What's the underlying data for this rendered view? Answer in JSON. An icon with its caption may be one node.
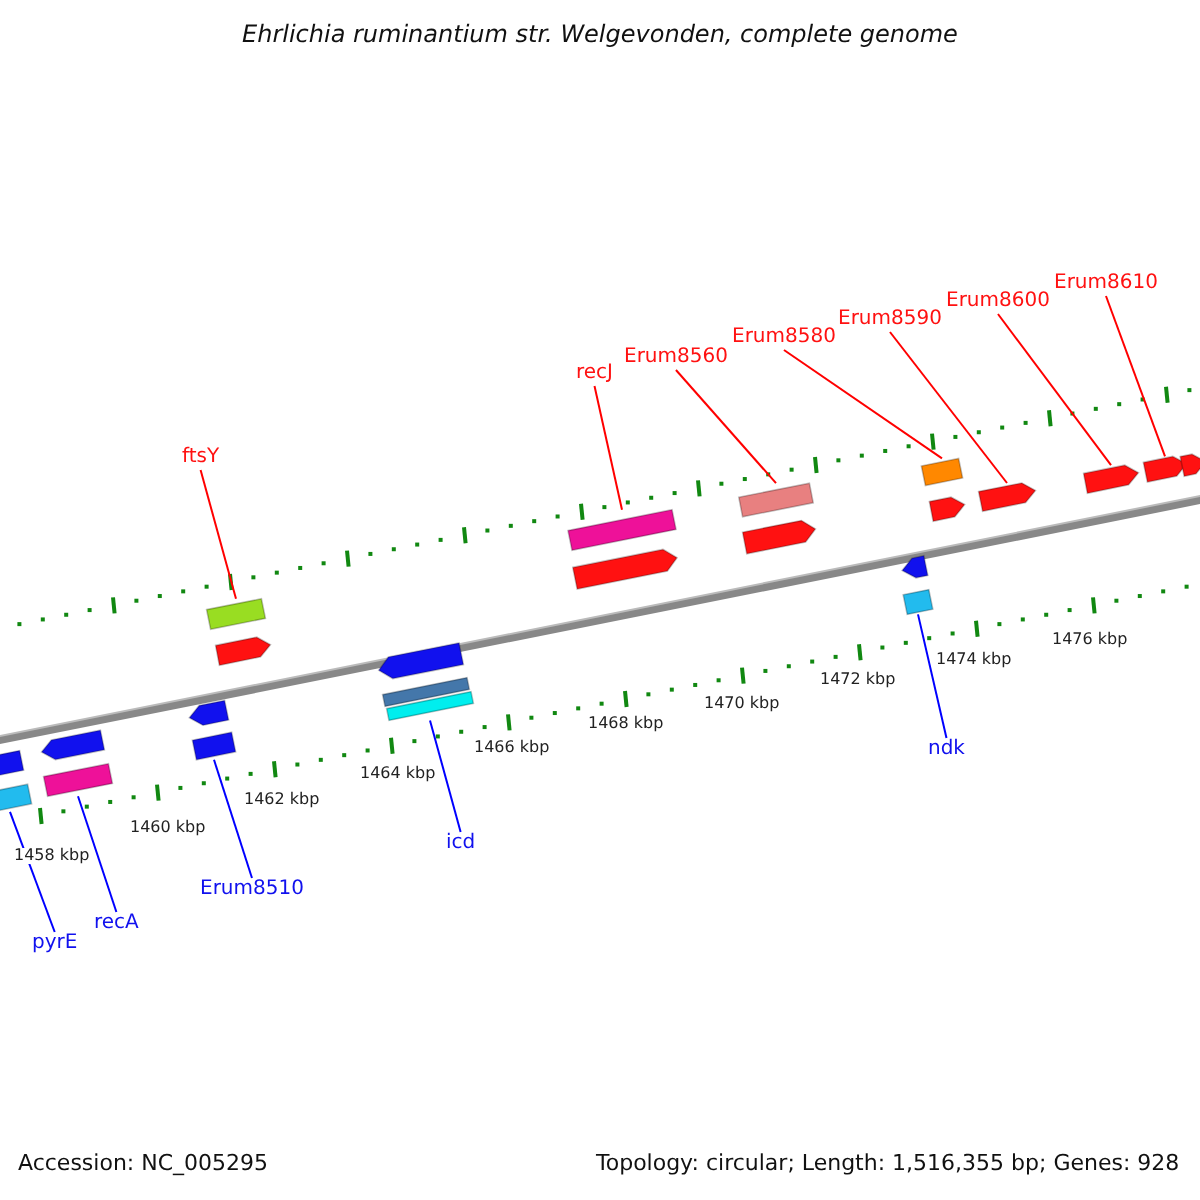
{
  "diagram": {
    "title": "Ehrlichia ruminantium str. Welgevonden, complete genome",
    "nodes": [
      {
        "text": [
          "ftsY"
        ]
      },
      {
        "text": [],
        "shape": "box"
      },
      {
        "text": [
          "recJ"
        ]
      },
      {
        "text": [],
        "shape": "box"
      },
      {
        "text": [
          "Erum8560"
        ]
      },
      {
        "text": [],
        "shape": "box"
      },
      {
        "text": [
          "Erum8580"
        ]
      },
      {
        "text": [],
        "shape": "box"
      },
      {
        "text": [
          "Erum8590"
        ]
      },
      {
        "text": [],
        "shape": "box"
      },
      {
        "text": [
          "Erum8600"
        ]
      },
      {
        "text": [],
        "shape": "box"
      },
      {
        "text": [
          "Erum8610"
        ]
      },
      {
        "text": [],
        "shape": "box"
      },
      {
        "text": [
          "pyrE"
        ]
      },
      {
        "text": [],
        "shape": "box"
      },
      {
        "text": [
          "recA"
        ]
      },
      {
        "text": [],
        "shape": "box"
      },
      {
        "text": [
          "Erum8510"
        ]
      },
      {
        "text": [],
        "shape": "box"
      },
      {
        "text": [
          "icd"
        ]
      },
      {
        "text": [],
        "shape": "box"
      },
      {
        "text": [
          "ndk"
        ]
      },
      {
        "text": [],
        "shape": "box"
      },
      {
        "text": [],
        "shape": "box"
      },
      {
        "text": [],
        "shape": "box"
      },
      {
        "text": [],
        "shape": "box"
      },
      {
        "text": [],
        "shape": "box"
      },
      {
        "text": [],
        "shape": "box"
      },
      {
        "text": [],
        "shape": "box"
      },
      {
        "text": [],
        "shape": "box"
      },
      {
        "text": [],
        "shape": "box"
      },
      {
        "text": [],
        "shape": "box"
      },
      {
        "text": [],
        "shape": "box"
      },
      {
        "text": [],
        "shape": "box"
      }
    ],
    "edges": [
      {
        "from": 0,
        "to": 1,
        "arrow": "none"
      },
      {
        "from": 2,
        "to": 3,
        "arrow": "none"
      },
      {
        "from": 4,
        "to": 5,
        "arrow": "none"
      },
      {
        "from": 6,
        "to": 7,
        "arrow": "none"
      },
      {
        "from": 8,
        "to": 9,
        "arrow": "none"
      },
      {
        "from": 10,
        "to": 11,
        "arrow": "none"
      },
      {
        "from": 12,
        "to": 13,
        "arrow": "none"
      },
      {
        "from": 14,
        "to": 15,
        "arrow": "none",
        "color": "#0000ff"
      },
      {
        "from": 16,
        "to": 17,
        "arrow": "none",
        "color": "#0000ff"
      },
      {
        "from": 18,
        "to": 19,
        "arrow": "none",
        "color": "#0000ff"
      },
      {
        "from": 20,
        "to": 21,
        "arrow": "none",
        "color": "#0000ff"
      },
      {
        "from": 22,
        "to": 23,
        "arrow": "none",
        "color": "#0000ff"
      }
    ],
    "labels": [
      "1458 kbp",
      "1460 kbp",
      "1462 kbp",
      "1464 kbp",
      "1466 kbp",
      "1468 kbp",
      "1470 kbp",
      "1472 kbp",
      "1474 kbp",
      "1476 kbp",
      "Accession: NC_005295",
      "Topology: circular; Length: 1,516,355 bp; Genes: 928"
    ]
  }
}
